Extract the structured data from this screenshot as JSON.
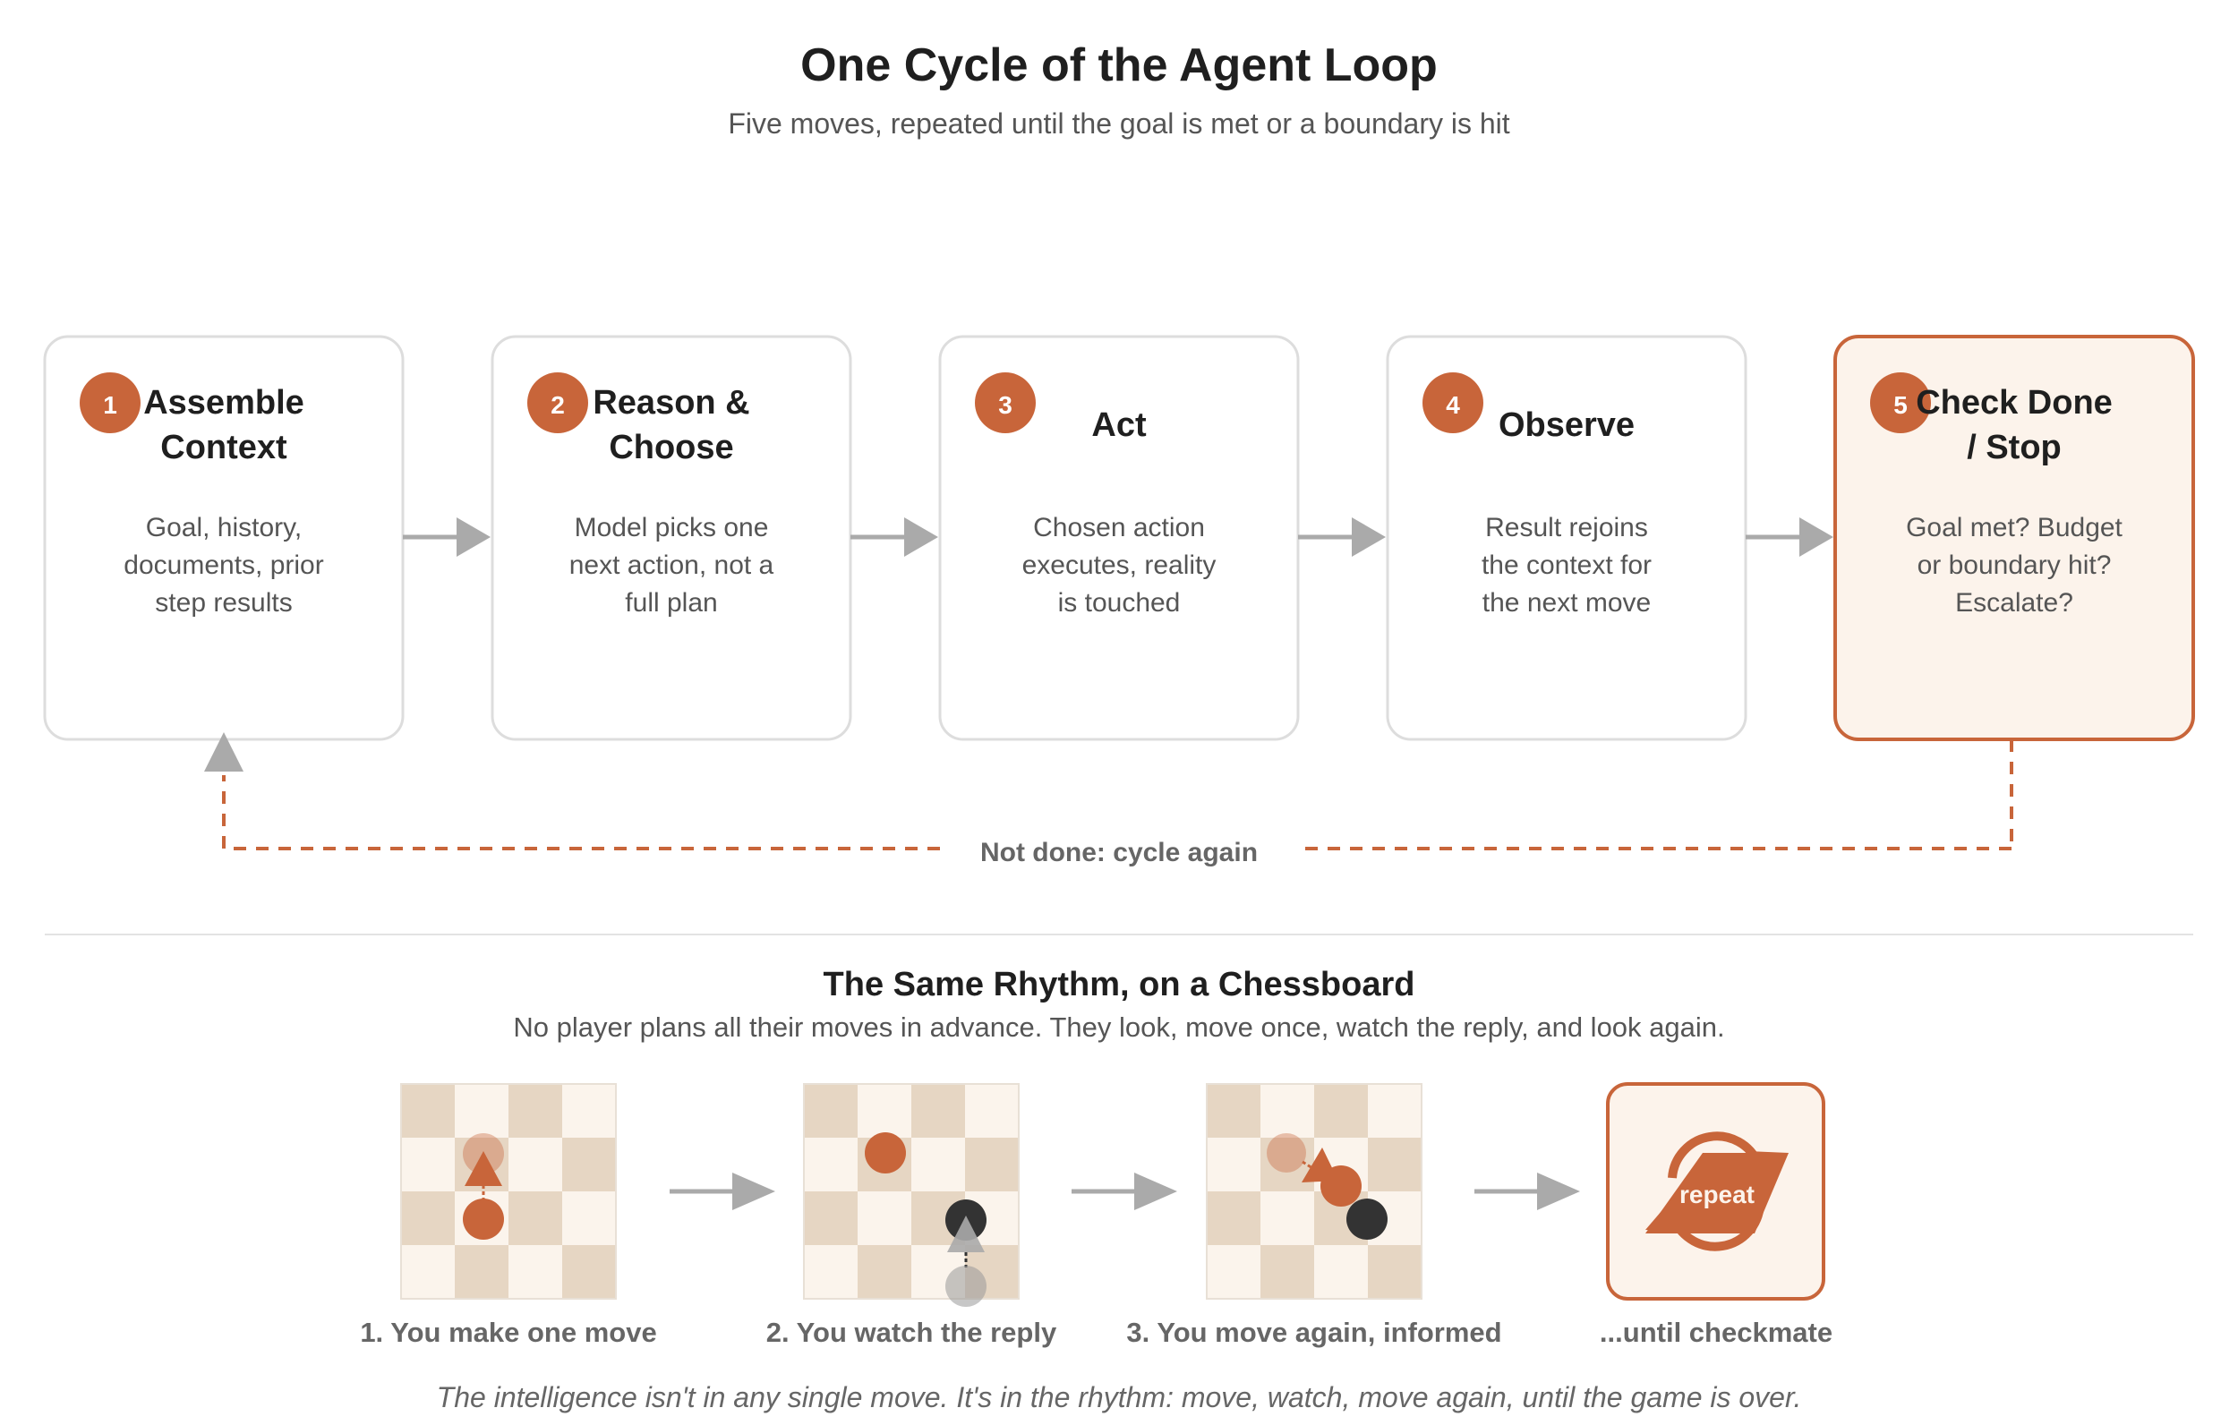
{
  "header": {
    "title": "One Cycle of the Agent Loop",
    "subtitle": "Five moves, repeated until the goal is met or a boundary is hit"
  },
  "steps": [
    {
      "number": "1",
      "title_lines": [
        "Assemble",
        "Context"
      ],
      "desc_lines": [
        "Goal, history,",
        "documents, prior",
        "step results"
      ]
    },
    {
      "number": "2",
      "title_lines": [
        "Reason &",
        "Choose"
      ],
      "desc_lines": [
        "Model picks one",
        "next action, not a",
        "full plan"
      ]
    },
    {
      "number": "3",
      "title_lines": [
        "Act"
      ],
      "desc_lines": [
        "Chosen action",
        "executes, reality",
        "is touched"
      ]
    },
    {
      "number": "4",
      "title_lines": [
        "Observe"
      ],
      "desc_lines": [
        "Result rejoins",
        "the context for",
        "the next move"
      ]
    },
    {
      "number": "5",
      "title_lines": [
        "Check Done",
        "/ Stop"
      ],
      "desc_lines": [
        "Goal met? Budget",
        "or boundary hit?",
        "Escalate?"
      ]
    }
  ],
  "loop_label": "Not done: cycle again",
  "chess": {
    "title": "The Same Rhythm, on a Chessboard",
    "subtitle": "No player plans all their moves in advance. They look, move once, watch the reply, and look again.",
    "panels": [
      {
        "caption": "1. You make one move"
      },
      {
        "caption": "2. You watch the reply"
      },
      {
        "caption": "3. You move again, informed"
      },
      {
        "caption": "...until checkmate",
        "badge": "repeat"
      }
    ],
    "footer": "The intelligence isn't in any single move. It's in the rhythm: move, watch, move again, until the game is over."
  },
  "colors": {
    "accent": "#C8653A",
    "accent_fill": "#FCF3EB",
    "box_border": "#DDDDDD",
    "arrow": "#AAAAAA",
    "light_square": "#FBF4EC",
    "dark_square": "#E6D6C3",
    "black_piece": "#333333"
  }
}
